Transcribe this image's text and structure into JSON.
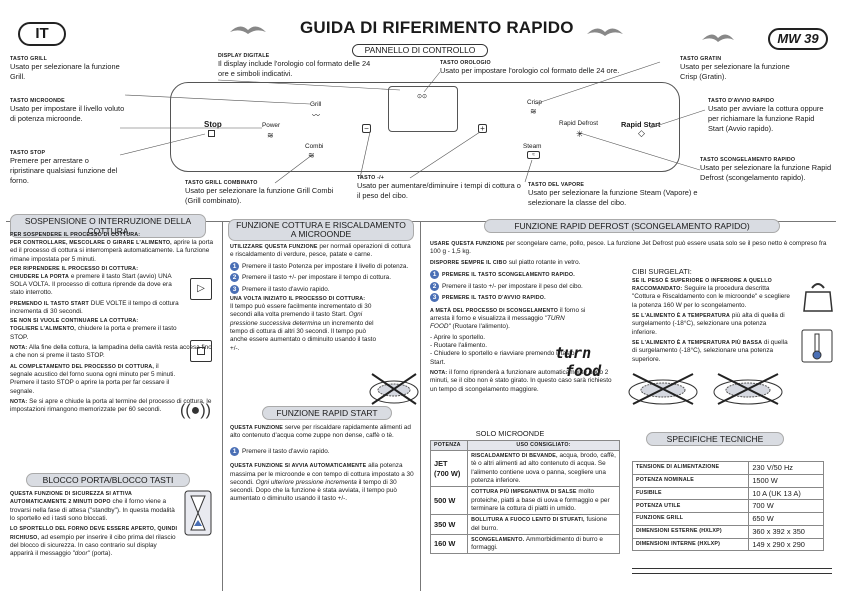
{
  "header": {
    "lang": "IT",
    "title": "GUIDA DI RIFERIMENTO RAPIDO",
    "model": "MW 39"
  },
  "panel": {
    "title": "PANNELLO DI CONTROLLO",
    "buttons": {
      "stop": "Stop",
      "power": "Power",
      "grill": "Grill",
      "combi": "Combi",
      "crisp": "Crisp",
      "rapid_defrost": "Rapid Defrost",
      "rapid_start": "Rapid Start",
      "steam": "Steam"
    }
  },
  "callouts": {
    "grill": {
      "title": "Tasto Grill",
      "body": "Usato per selezionare la funzione Grill."
    },
    "micro": {
      "title": "Tasto microonde",
      "body": "Usato per impostare il livello voluto di potenza microonde."
    },
    "stop": {
      "title": "Tasto stop",
      "body": "Premere per arrestare o ripristinare qualsiasi funzione del forno."
    },
    "display": {
      "title": "Display digitale",
      "body": "Il display include l'orologio col formato delle 24 ore e simboli indicativi."
    },
    "clock": {
      "title": "Tasto orologio",
      "body": "Usato per impostare l'orologio col formato delle 24 ore."
    },
    "crisp": {
      "title": "Tasto gratin",
      "body": "Usato per selezionare la funzione Crisp (Gratin)."
    },
    "start": {
      "title": "Tasto d'avvio rapido",
      "body": "Usato per avviare la cottura oppure per richiamare la funzione Rapid Start (Avvio rapido)."
    },
    "defrost": {
      "title": "Tasto scongelamento rapido",
      "body": "Usato per selezionare la funzione Rapid Defrost (scongelamento rapido)."
    },
    "steam": {
      "title": "Tasto del vapore",
      "body": "Usato per selezionare la funzione Steam (Vapore) e selezionare la classe del cibo."
    },
    "plusminus": {
      "title": "Tasto -/+",
      "body": "Usato per aumentare/diminuire i tempi di cottura o il peso del cibo."
    },
    "combi": {
      "title": "Tasto grill combinato",
      "body": "Usato per selezionare la funzione Grill Combi (Grill combinato)."
    }
  },
  "sospensione": {
    "title": "SOSPENSIONE O INTERRUZIONE DELLA COTTURA",
    "h1": "Per sospendere il processo di cottura:",
    "p1_lead": "Per controllare, mescolare o girare l'alimento,",
    "p1": "aprire la porta ed il processo di cottura si interromperà automaticamente. La funzione rimane impostata per 5 minuti.",
    "h2": "Per riprendere il processo di cottura:",
    "p2_lead": "Chiudere la porta",
    "p2": "e premere il tasto Start (avvio) UNA SOLA VOLTA. Il processo di cottura riprende da dove era stato interrotto.",
    "p3_lead": "Premendo il tasto Start",
    "p3": "DUE VOLTE il tempo di cottura incrementa di 30 secondi.",
    "h3": "Se non si vuole continuare la cottura:",
    "p4_lead": "Togliere l'alimento,",
    "p4": "chiudere la porta e premere il tasto STOP.",
    "p5_lead": "Nota:",
    "p5": "Alla fine della cottura, la lampadina della cavità resta accesa fino a che non si preme il tasto STOP.",
    "p6_lead": "Al completamento del processo di cottura,",
    "p6": "il segnale acustico del forno suona ogni minuto per 5 minuti. Premere il tasto STOP o aprire la porta per far cessare il segnale.",
    "p7_lead": "Nota:",
    "p7": "Se si apre e chiude la porta al termine del processo di cottura, le impostazioni rimangono memorizzate per 60 secondi."
  },
  "blocco": {
    "title": "BLOCCO PORTA/BLOCCO TASTI",
    "p1_lead": "Questa funzione di sicurezza si attiva automaticamente 2 minuti dopo",
    "p1": "che il forno viene a trovarsi nella fase di attesa (\"standby\"). In questa modalità lo sportello ed i tasti sono bloccati.",
    "p2_lead": "Lo sportello del forno deve essere aperto, quindi richiuso,",
    "p2": "ad esempio per inserire il cibo prima del rilascio del blocco di sicurezza. In caso contrario sul display apparirà il messaggio",
    "p2_msg": "\"door\"",
    "p2_end": "(porta)."
  },
  "cottura": {
    "title": "FUNZIONE COTTURA E RISCALDAMENTO A MICROONDE",
    "intro_lead": "Utilizzare questa funzione",
    "intro": "per normali operazioni di cottura e riscaldamento di verdure, pesce, patate e carne.",
    "steps": [
      "Premere il tasto Potenza per impostare il livello di potenza.",
      "Premere il tasto +/- per impostare il tempo di cottura.",
      "Premere il tasto d'avvio rapido."
    ],
    "h1": "Una volta iniziato il processo di cottura:",
    "p1": "Il tempo può essere facilmente incrementato di 30 secondi alla volta premendo il tasto Start.",
    "p1_it": "Ogni pressione successiva determina",
    "p1_end": "un incremento del tempo di cottura di altri 30 secondi. Il tempo può anche essere aumentato o diminuito usando il tasto +/-."
  },
  "rapid_start": {
    "title": "FUNZIONE RAPID START",
    "intro_lead": "Questa funzione",
    "intro": "serve per riscaldare rapidamente alimenti ad alto contenuto d'acqua come zuppe non dense, caffè o tè.",
    "step": "Premere il tasto d'avvio rapido.",
    "p_lead": "Questa funzione si avvia automaticamente",
    "p": "alla potenza massima per le microonde e con tempo di cottura impostato a 30 secondi.",
    "p_it": "Ogni ulteriore pressione incrementa",
    "p_end": "il tempo di 30 secondi. Dopo che la funzione è stata avviata, il tempo può aumentato o diminuito usando il tasto +/-."
  },
  "defrost": {
    "title": "FUNZIONE RAPID DEFROST (SCONGELAMENTO RAPIDO)",
    "intro_lead": "Usare questa funzione",
    "intro": "per scongelare carne, pollo, pesce. La funzione Jet Defrost può essere usata solo se il peso netto è compreso fra 100 g - 1,5 kg.",
    "h1": "Disporre sempre il cibo",
    "h1_end": "sul piatto rotante in vetro.",
    "steps": [
      "Premere il tasto scongelamento rapido.",
      "Premere il tasto +/- per impostare il peso del cibo.",
      "Premere il tasto d'avvio rapido."
    ],
    "mid_lead": "A metà del processo di scongelamento",
    "mid": "il forno si arresta il forno e visualizza il messaggio",
    "mid_msg": "\"TURN FOOD\"",
    "mid_end": "(Ruotare l'alimento).",
    "bullets": [
      "Aprire lo sportello.",
      "Ruotare l'alimento.",
      "Chiudere lo sportello e riavviare premendo il tasto Start."
    ],
    "note_lead": "Nota:",
    "note": "il forno riprenderà a funzionare automaticamente dopo 2 minuti, se il cibo non è stato girato. In questo caso sarà richiesto un tempo di scongelamento maggiore.",
    "display_msg": [
      "turn",
      "food"
    ],
    "surgelati_title": "CIBI SURGELATI:",
    "s1_lead": "Se il peso è superiore o inferiore a quello raccomandato:",
    "s1": "Seguire la procedura descritta \"Cottura e Riscaldamento con le microonde\" e scegliere la potenza 160 W per lo scongelamento.",
    "s2_lead": "Se l'alimento è a temperatura",
    "s2": "più alta di quella di surgelamento (-18°C), selezionare una potenza inferiore.",
    "s3_lead": "Se l'alimento è a temperatura più bassa",
    "s3": "di quella di surgelamento (-18°C), selezionare una potenza superiore."
  },
  "solo": {
    "title": "SOLO MICROONDE",
    "headers": [
      "Potenza",
      "Uso consigliato:"
    ],
    "rows": [
      {
        "p": "JET (700 W)",
        "lead": "Riscaldamento di bevande,",
        "text": "acqua, brodo, caffè, tè o altri alimenti ad alto contenuto di acqua. Se l'alimento contiene uova o panna, scegliere una potenza inferiore."
      },
      {
        "p": "500 W",
        "lead": "Cottura più impegnativa di salse",
        "text": "molto proteiche, piatti a base di uova e formaggio e per terminare la cottura di piatti in umido."
      },
      {
        "p": "350 W",
        "lead": "Bollitura a fuoco lento di stufati,",
        "text": "fusione del burro."
      },
      {
        "p": "160 W",
        "lead": "Scongelamento.",
        "text": "Ammorbidimento di burro e formaggi."
      }
    ]
  },
  "specs": {
    "title": "SPECIFICHE TECNICHE",
    "rows": [
      [
        "Tensione di alimentazione",
        "230 V/50 Hz"
      ],
      [
        "Potenza nominale",
        "1500 W"
      ],
      [
        "Fusibile",
        "10 A (UK 13 A)"
      ],
      [
        "Potenza utile",
        "700 W"
      ],
      [
        "Funzione grill",
        "650 W"
      ],
      [
        "Dimensioni esterne (HxLxP)",
        "360 x 392 x 350"
      ],
      [
        "Dimensioni interne (HxLxP)",
        "149 x 290 x 290"
      ]
    ]
  }
}
